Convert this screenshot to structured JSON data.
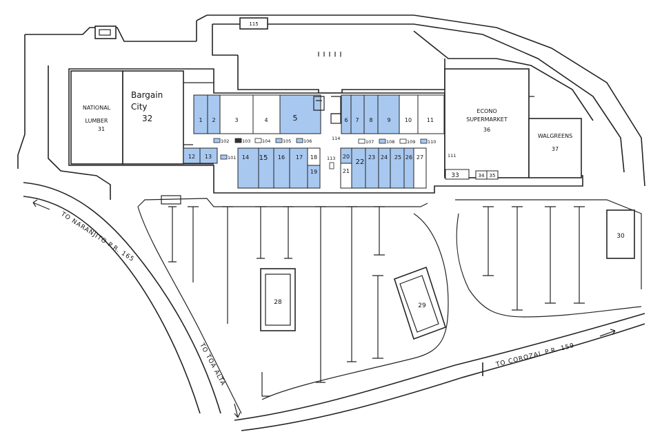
{
  "colors": {
    "leased": "#a8c8f0",
    "vacant": "#ffffff",
    "line": "#222222"
  },
  "anchors": {
    "national": [
      "NATIONAL",
      "LUMBER",
      "31"
    ],
    "bargain": [
      "Bargain",
      "City",
      "32"
    ],
    "econo": [
      "ECONO",
      "SUPERMARKET",
      "36"
    ],
    "walgreens": [
      "WALGREENS",
      "37"
    ]
  },
  "units": {
    "u1": "1",
    "u2": "2",
    "u3": "3",
    "u4": "4",
    "u5": "5",
    "u6": "6",
    "u7": "7",
    "u8": "8",
    "u9": "9",
    "u10": "10",
    "u11": "11",
    "u12": "12",
    "u13": "13",
    "u14": "14",
    "u15": "15",
    "u16": "16",
    "u17": "17",
    "u18": "18",
    "u19": "19",
    "u20": "20",
    "u21": "21",
    "u22": "22",
    "u23": "23",
    "u24": "24",
    "u25": "25",
    "u26": "26",
    "u27": "27",
    "u33": "33",
    "u34": "34",
    "u35": "35"
  },
  "kiosks": {
    "k101": "101",
    "k102": "102",
    "k103": "103",
    "k104": "104",
    "k105": "105",
    "k106": "106",
    "k107": "107",
    "k108": "108",
    "k109": "109",
    "k110": "110",
    "k111": "111",
    "k113": "113",
    "k114": "114",
    "k115": "115"
  },
  "pads": {
    "p28": "28",
    "p29": "29",
    "p30": "30"
  },
  "roads": {
    "naranjito": "TO NARANJITO  P.R. 165",
    "toa_alta": "TO TOA ALTA",
    "corozal": "TO COROZAL  P.R. 159"
  }
}
